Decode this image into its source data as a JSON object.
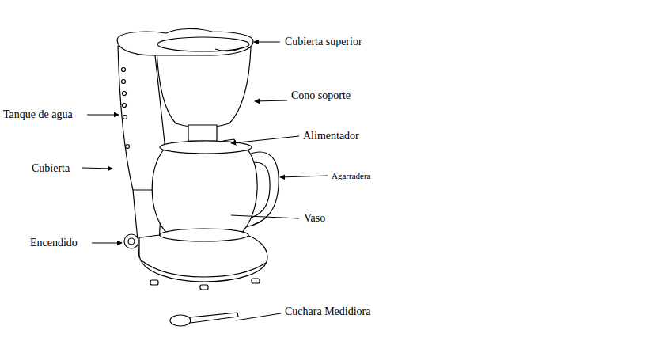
{
  "diagram": {
    "labels": [
      "Cubierta superior",
      "Cono soporte",
      "Tanque de agua",
      "Alimentador",
      "Agarradera",
      "Cubierta",
      "Vaso",
      "Encendido",
      "Cuchara Medidiora"
    ]
  }
}
